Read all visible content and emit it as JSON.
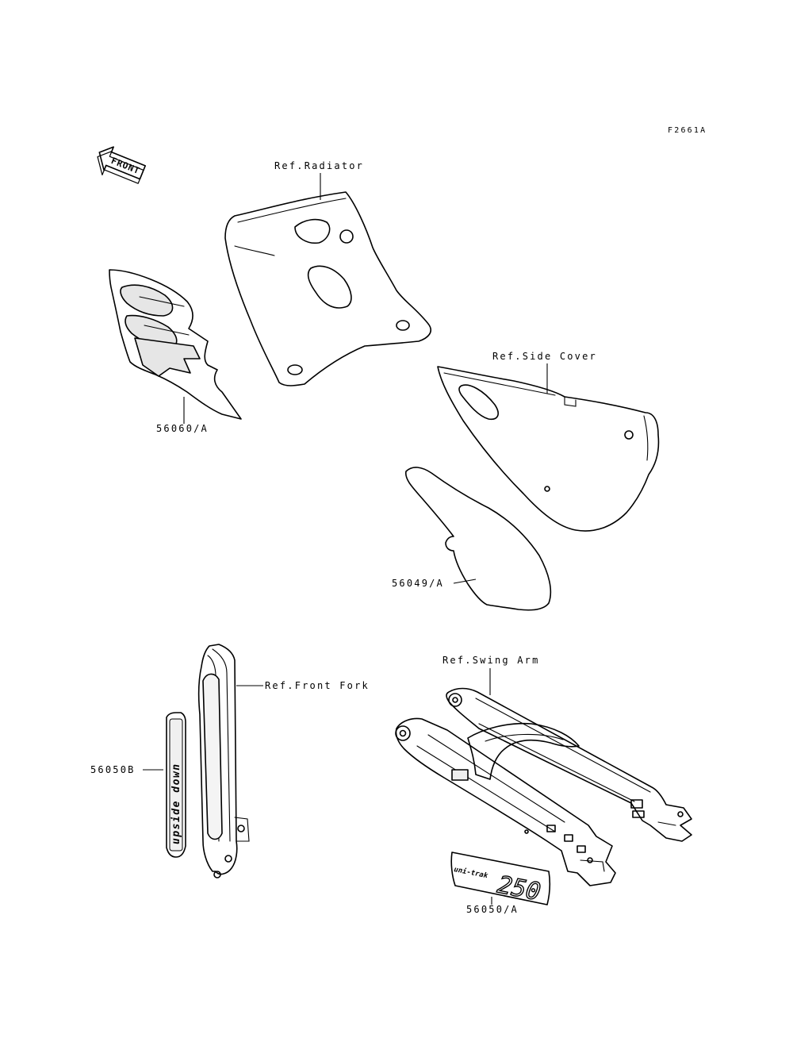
{
  "diagram_code": "F2661A",
  "front_arrow": {
    "label": "FRONT",
    "icon": "front-arrow-icon"
  },
  "callouts": {
    "ref_radiator": "Ref.Radiator",
    "ref_side_cover": "Ref.Side Cover",
    "ref_front_fork": "Ref.Front Fork",
    "ref_swing_arm": "Ref.Swing Arm",
    "part_56060": "56060/A",
    "part_56049": "56049/A",
    "part_56050B": "56050B",
    "part_56050A": "56050/A"
  },
  "decal_text": {
    "fork_decal": "upside down",
    "swingarm_decal_small": "uni-trak",
    "swingarm_decal_large": "250"
  }
}
